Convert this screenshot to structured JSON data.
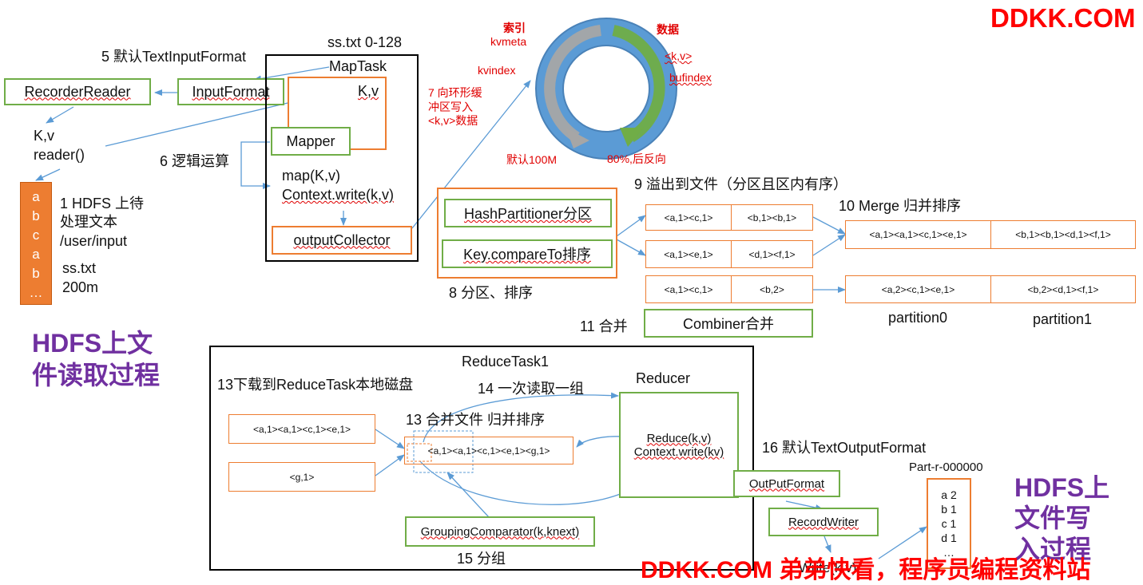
{
  "watermark": {
    "top": "DDKK.COM",
    "bottom": "DDKK.COM 弟弟快看，程序员编程资料站"
  },
  "hdfs_read_title": "HDFS上文\n件读取过程",
  "hdfs_write_title": "HDFS上\n文件写\n入过程",
  "file_label": "ss.txt 0-128",
  "maptask": {
    "title": "MapTask",
    "kv": "K,v",
    "mapper": "Mapper",
    "map_call": "map(K,v)",
    "context_write": "Context.write(k,v)",
    "output_collector": "outputCollector"
  },
  "input_format": {
    "step_label": "5 默认TextInputFormat",
    "box": "InputFormat"
  },
  "recorder_reader": "RecorderReader",
  "kv_reader": {
    "kv": "K,v",
    "reader": "reader()"
  },
  "input_file": {
    "chars": [
      "a",
      "b",
      "c",
      "a",
      "b",
      "…"
    ],
    "caption": "1 HDFS 上待\n处理文本\n/user/input",
    "name": "ss.txt",
    "size": "200m"
  },
  "step6": "6 逻辑运算",
  "step7": "7 向环形缓\n冲区写入\n<k,v>数据",
  "ring_buffer": {
    "index_label": "索引",
    "kvmeta": "kvmeta",
    "kvindex": "kvindex",
    "data_label": "数据",
    "kv": "<k,v>",
    "bufindex": "bufindex",
    "default_size": "默认100M",
    "reverse": "80%,后反向"
  },
  "partition_sort": {
    "hash_partitioner": "HashPartitioner分区",
    "key_compare": "Key.compareTo排序",
    "caption": "8 分区、排序"
  },
  "spill": {
    "caption": "9 溢出到文件（分区且区内有序）",
    "rows": [
      [
        "<a,1><c,1>",
        "<b,1><b,1>"
      ],
      [
        "<a,1><e,1>",
        "<d,1><f,1>"
      ]
    ],
    "combined_row": [
      "<a,1><c,1>",
      "<b,2>"
    ]
  },
  "merge": {
    "caption": "10 Merge 归并排序",
    "merged_row": [
      "<a,1><a,1><c,1><e,1>",
      "<b,1><b,1><d,1><f,1>"
    ],
    "combined_row": [
      "<a,2><c,1><e,1>",
      "<b,2><d,1><f,1>"
    ],
    "partitions": [
      "partition0",
      "partition1"
    ]
  },
  "combine": {
    "caption": "11 合并",
    "box": "Combiner合并"
  },
  "reducetask": {
    "title": "ReduceTask1",
    "step13_download": "13下载到ReduceTask本地磁盘",
    "step14": "14 一次读取一组",
    "step13_merge": "13 合并文件 归并排序",
    "file1": "<a,1><a,1><c,1><e,1>",
    "file2": "<g,1>",
    "merged": "<a,1><a,1><c,1><e,1><g,1>",
    "grouping": "GroupingComparator(k,knext)",
    "step15": "15 分组",
    "reducer_title": "Reducer",
    "reduce_call": "Reduce(k,v)",
    "reduce_write": "Context.write(kv)"
  },
  "output": {
    "step16": "16 默认TextOutputFormat",
    "output_format": "OutPutFormat",
    "record_writer": "RecordWriter",
    "write": "Write(k,v)",
    "part_file": "Part-r-000000",
    "part_lines": [
      "a 2",
      "b 1",
      "c 1",
      "d 1",
      "…"
    ]
  }
}
